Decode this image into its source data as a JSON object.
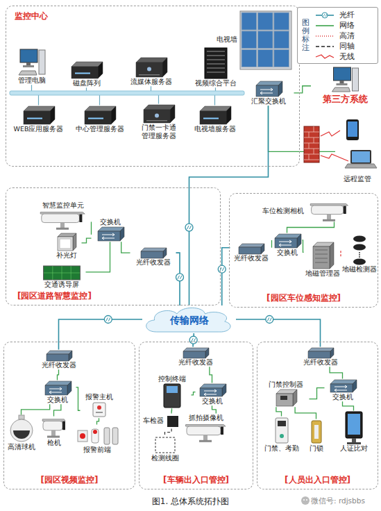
{
  "diagram": {
    "caption": "图1. 总体系统拓扑图",
    "nodes": [
      {
        "text": [
          "监控中心"
        ]
      },
      {
        "text": [
          "管理电脑"
        ],
        "in": 0
      },
      {
        "text": [
          "磁盘阵列"
        ],
        "in": 0
      },
      {
        "text": [
          "流媒体服务器"
        ],
        "in": 0
      },
      {
        "text": [
          "视频综合平台"
        ],
        "in": 0
      },
      {
        "text": [
          "电视墙"
        ],
        "in": 0
      },
      {
        "text": [
          "WEB应用服务器"
        ],
        "in": 0
      },
      {
        "text": [
          "中心管理服务器"
        ],
        "in": 0
      },
      {
        "text": [
          "门禁一卡通 管理服务器"
        ],
        "in": 0
      },
      {
        "text": [
          "电视墙服务器"
        ],
        "in": 0
      },
      {
        "text": [
          "汇聚交换机"
        ],
        "in": 0
      },
      {
        "text": [
          "第三方系统"
        ]
      },
      {
        "text": [
          "远程监管"
        ]
      },
      {
        "text": [
          "[园区道路智慧监控]"
        ]
      },
      {
        "text": [
          "智慧监控单元"
        ],
        "in": 13
      },
      {
        "text": [
          "补光灯"
        ],
        "in": 13
      },
      {
        "text": [
          "交通诱导屏"
        ],
        "in": 13
      },
      {
        "text": [
          "交换机"
        ],
        "in": 13
      },
      {
        "text": [
          "光纤收发器"
        ],
        "in": 13
      },
      {
        "text": [
          "[园区车位感知监控]"
        ]
      },
      {
        "text": [
          "车位检测相机"
        ],
        "in": 19
      },
      {
        "text": [
          "光纤收发器"
        ],
        "in": 19
      },
      {
        "text": [
          "交换机"
        ],
        "in": 19
      },
      {
        "text": [
          "地磁管理器"
        ],
        "in": 19
      },
      {
        "text": [
          "地磁检测器"
        ],
        "in": 19
      },
      {
        "text": [
          "传输网络"
        ]
      },
      {
        "text": [
          "[园区视频监控]"
        ]
      },
      {
        "text": [
          "光纤收发器"
        ],
        "in": 26
      },
      {
        "text": [
          "交换机"
        ],
        "in": 26
      },
      {
        "text": [
          "报警主机"
        ],
        "in": 26
      },
      {
        "text": [
          "高清球机"
        ],
        "in": 26
      },
      {
        "text": [
          "枪机"
        ],
        "in": 26
      },
      {
        "text": [
          "报警前端"
        ],
        "in": 26
      },
      {
        "text": [
          "[车辆出入口管控]"
        ]
      },
      {
        "text": [
          "光纤收发器"
        ],
        "in": 33
      },
      {
        "text": [
          "控制终端"
        ],
        "in": 33
      },
      {
        "text": [
          "交换机"
        ],
        "in": 33
      },
      {
        "text": [
          "车检器"
        ],
        "in": 33
      },
      {
        "text": [
          "检测线圈"
        ],
        "in": 33
      },
      {
        "text": [
          "抓拍摄像机"
        ],
        "in": 33
      },
      {
        "text": [
          "[人员出入口管控]"
        ]
      },
      {
        "text": [
          "光纤收发器"
        ],
        "in": 40
      },
      {
        "text": [
          "交换机"
        ],
        "in": 40
      },
      {
        "text": [
          "门禁控制器"
        ],
        "in": 40
      },
      {
        "text": [
          "门禁、考勤"
        ],
        "in": 40
      },
      {
        "text": [
          "门锁"
        ],
        "in": 40
      },
      {
        "text": [
          "人证比对"
        ],
        "in": 40
      }
    ],
    "edges": [
      {
        "from": 1,
        "to": 10,
        "arrow": "none"
      },
      {
        "from": 2,
        "to": 10,
        "arrow": "none"
      },
      {
        "from": 3,
        "to": 10,
        "arrow": "none"
      },
      {
        "from": 4,
        "to": 10,
        "arrow": "none"
      },
      {
        "from": 6,
        "to": 10,
        "arrow": "none"
      },
      {
        "from": 7,
        "to": 10,
        "arrow": "none"
      },
      {
        "from": 8,
        "to": 10,
        "arrow": "none"
      },
      {
        "from": 9,
        "to": 10,
        "arrow": "none"
      },
      {
        "from": 10,
        "to": 11,
        "arrow": "none"
      },
      {
        "from": 10,
        "to": 12,
        "arrow": "none"
      },
      {
        "from": 10,
        "to": 25,
        "arrow": "none"
      },
      {
        "from": 25,
        "to": 18,
        "arrow": "none"
      },
      {
        "from": 17,
        "to": 14,
        "arrow": "none"
      },
      {
        "from": 17,
        "to": 15,
        "arrow": "none"
      },
      {
        "from": 17,
        "to": 16,
        "arrow": "none"
      },
      {
        "from": 18,
        "to": 17,
        "arrow": "none"
      },
      {
        "from": 25,
        "to": 21,
        "arrow": "none"
      },
      {
        "from": 21,
        "to": 22,
        "arrow": "none"
      },
      {
        "from": 22,
        "to": 20,
        "arrow": "none"
      },
      {
        "from": 22,
        "to": 23,
        "arrow": "none"
      },
      {
        "from": 23,
        "to": 24,
        "arrow": "none"
      },
      {
        "from": 25,
        "to": 27,
        "arrow": "none"
      },
      {
        "from": 27,
        "to": 28,
        "arrow": "none"
      },
      {
        "from": 28,
        "to": 29,
        "arrow": "none"
      },
      {
        "from": 28,
        "to": 30,
        "arrow": "none"
      },
      {
        "from": 28,
        "to": 31,
        "arrow": "none"
      },
      {
        "from": 29,
        "to": 32,
        "arrow": "none"
      },
      {
        "from": 25,
        "to": 34,
        "arrow": "none"
      },
      {
        "from": 34,
        "to": 36,
        "arrow": "none"
      },
      {
        "from": 35,
        "to": 36,
        "arrow": "none"
      },
      {
        "from": 37,
        "to": 35,
        "arrow": "none"
      },
      {
        "from": 37,
        "to": 38,
        "arrow": "none"
      },
      {
        "from": 39,
        "to": 36,
        "arrow": "none"
      },
      {
        "from": 25,
        "to": 41,
        "arrow": "none"
      },
      {
        "from": 41,
        "to": 42,
        "arrow": "none"
      },
      {
        "from": 42,
        "to": 43,
        "arrow": "none"
      },
      {
        "from": 42,
        "to": 46,
        "arrow": "none"
      },
      {
        "from": 43,
        "to": 44,
        "arrow": "none"
      },
      {
        "from": 43,
        "to": 45,
        "arrow": "none"
      }
    ],
    "labels": [
      "图例标注",
      "微信号: rdjsbbs"
    ],
    "legend": [
      {
        "text": "光纤"
      },
      {
        "text": "网络"
      },
      {
        "text": "高清"
      },
      {
        "text": "同轴"
      },
      {
        "text": "无线"
      }
    ]
  }
}
